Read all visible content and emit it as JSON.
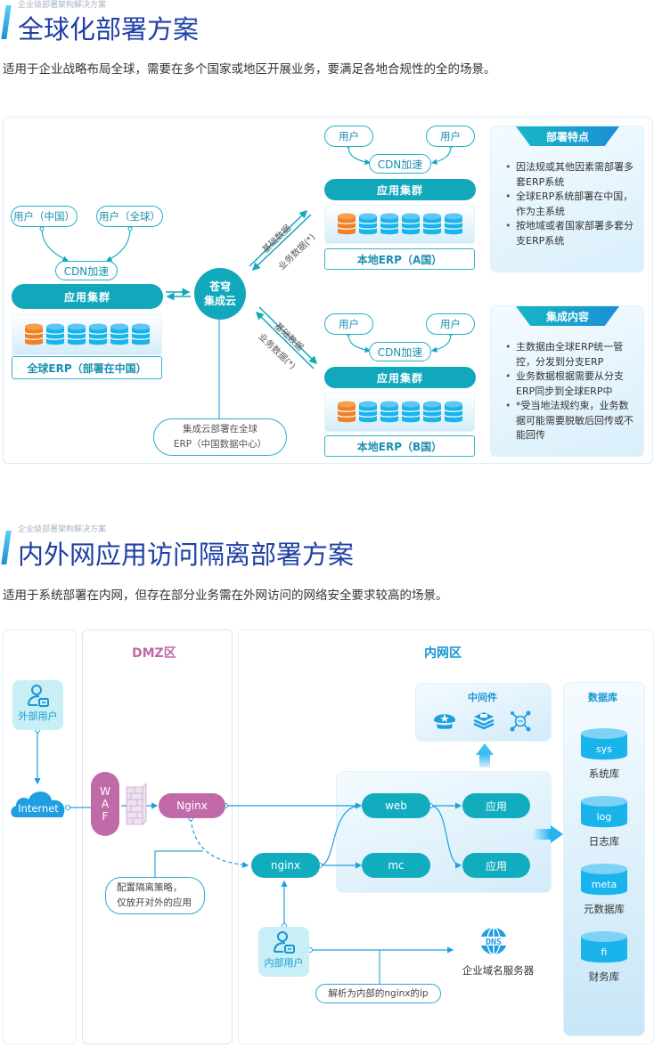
{
  "section1": {
    "kicker": "企业级部署架构解决方案",
    "title": "全球化部署方案",
    "description": "适用于企业战略布局全球，需要在多个国家或地区开展业务，要满足各地合规性的全的场景。",
    "global_site": {
      "users": [
        "用户（中国）",
        "用户（全球）"
      ],
      "cdn": "CDN加速",
      "cluster": "应用集群",
      "erp": "全球ERP（部署在中国）",
      "db_icons": [
        "orange",
        "blue",
        "blue",
        "blue",
        "blue",
        "blue"
      ]
    },
    "hub": {
      "line1": "苍穹",
      "line2": "集成云"
    },
    "hub_note": {
      "line1": "集成云部署在全球",
      "line2": "ERP（中国数据中心）"
    },
    "link_labels": {
      "base": "基础数据",
      "business": "业务数据(*)"
    },
    "site_a": {
      "users": [
        "用户",
        "用户"
      ],
      "cdn": "CDN加速",
      "cluster": "应用集群",
      "erp": "本地ERP（A国）"
    },
    "site_b": {
      "users": [
        "用户",
        "用户"
      ],
      "cdn": "CDN加速",
      "cluster": "应用集群",
      "erp": "本地ERP（B国）"
    },
    "features": {
      "title": "部署特点",
      "items": [
        "因法规或其他因素需部署多套ERP系统",
        "全球ERP系统部署在中国，作为主系统",
        "按地域或者国家部署多套分支ERP系统"
      ]
    },
    "integration": {
      "title": "集成内容",
      "items": [
        "主数据由全球ERP统一管控，分发到分支ERP",
        "业务数据根据需要从分支ERP同步到全球ERP中",
        "*受当地法规约束，业务数据可能需要脱敏后回传或不能回传"
      ]
    }
  },
  "section2": {
    "kicker": "企业级部署架构解决方案",
    "title": "内外网应用访问隔离部署方案",
    "description": "适用于系统部署在内网，但存在部分业务需在外网访问的网络安全要求较高的场景。",
    "external_user": "外部用户",
    "internet": "Internet",
    "dmz": {
      "title": "DMZ区",
      "waf": [
        "W",
        "A",
        "F"
      ],
      "nginx": "Nginx",
      "note": {
        "line1": "配置隔离策略，",
        "line2": "仅放开对外的应用"
      }
    },
    "intranet": {
      "title": "内网区",
      "middleware_title": "中间件",
      "middleware_icons": [
        "police-cap-icon",
        "stack-layers-icon",
        "network-node-icon"
      ],
      "nginx": "nginx",
      "web": "web",
      "mc": "mc",
      "app1": "应用",
      "app2": "应用",
      "internal_user": "内部用户",
      "dns_label": "DNS",
      "dns_server": "企业域名服务器",
      "dns_note": "解析为内部的nginx的ip"
    },
    "database": {
      "title": "数据库",
      "items": [
        {
          "code": "sys",
          "name": "系统库"
        },
        {
          "code": "log",
          "name": "日志库"
        },
        {
          "code": "meta",
          "name": "元数据库"
        },
        {
          "code": "fi",
          "name": "财务库"
        }
      ]
    }
  },
  "colors": {
    "title_blue": "#1e3fa6",
    "teal": "#11adbe",
    "magenta": "#c06ba8",
    "link_blue": "#1e9fe0",
    "db_blue": "#1ab4ec",
    "db_orange": "#f08a30"
  }
}
